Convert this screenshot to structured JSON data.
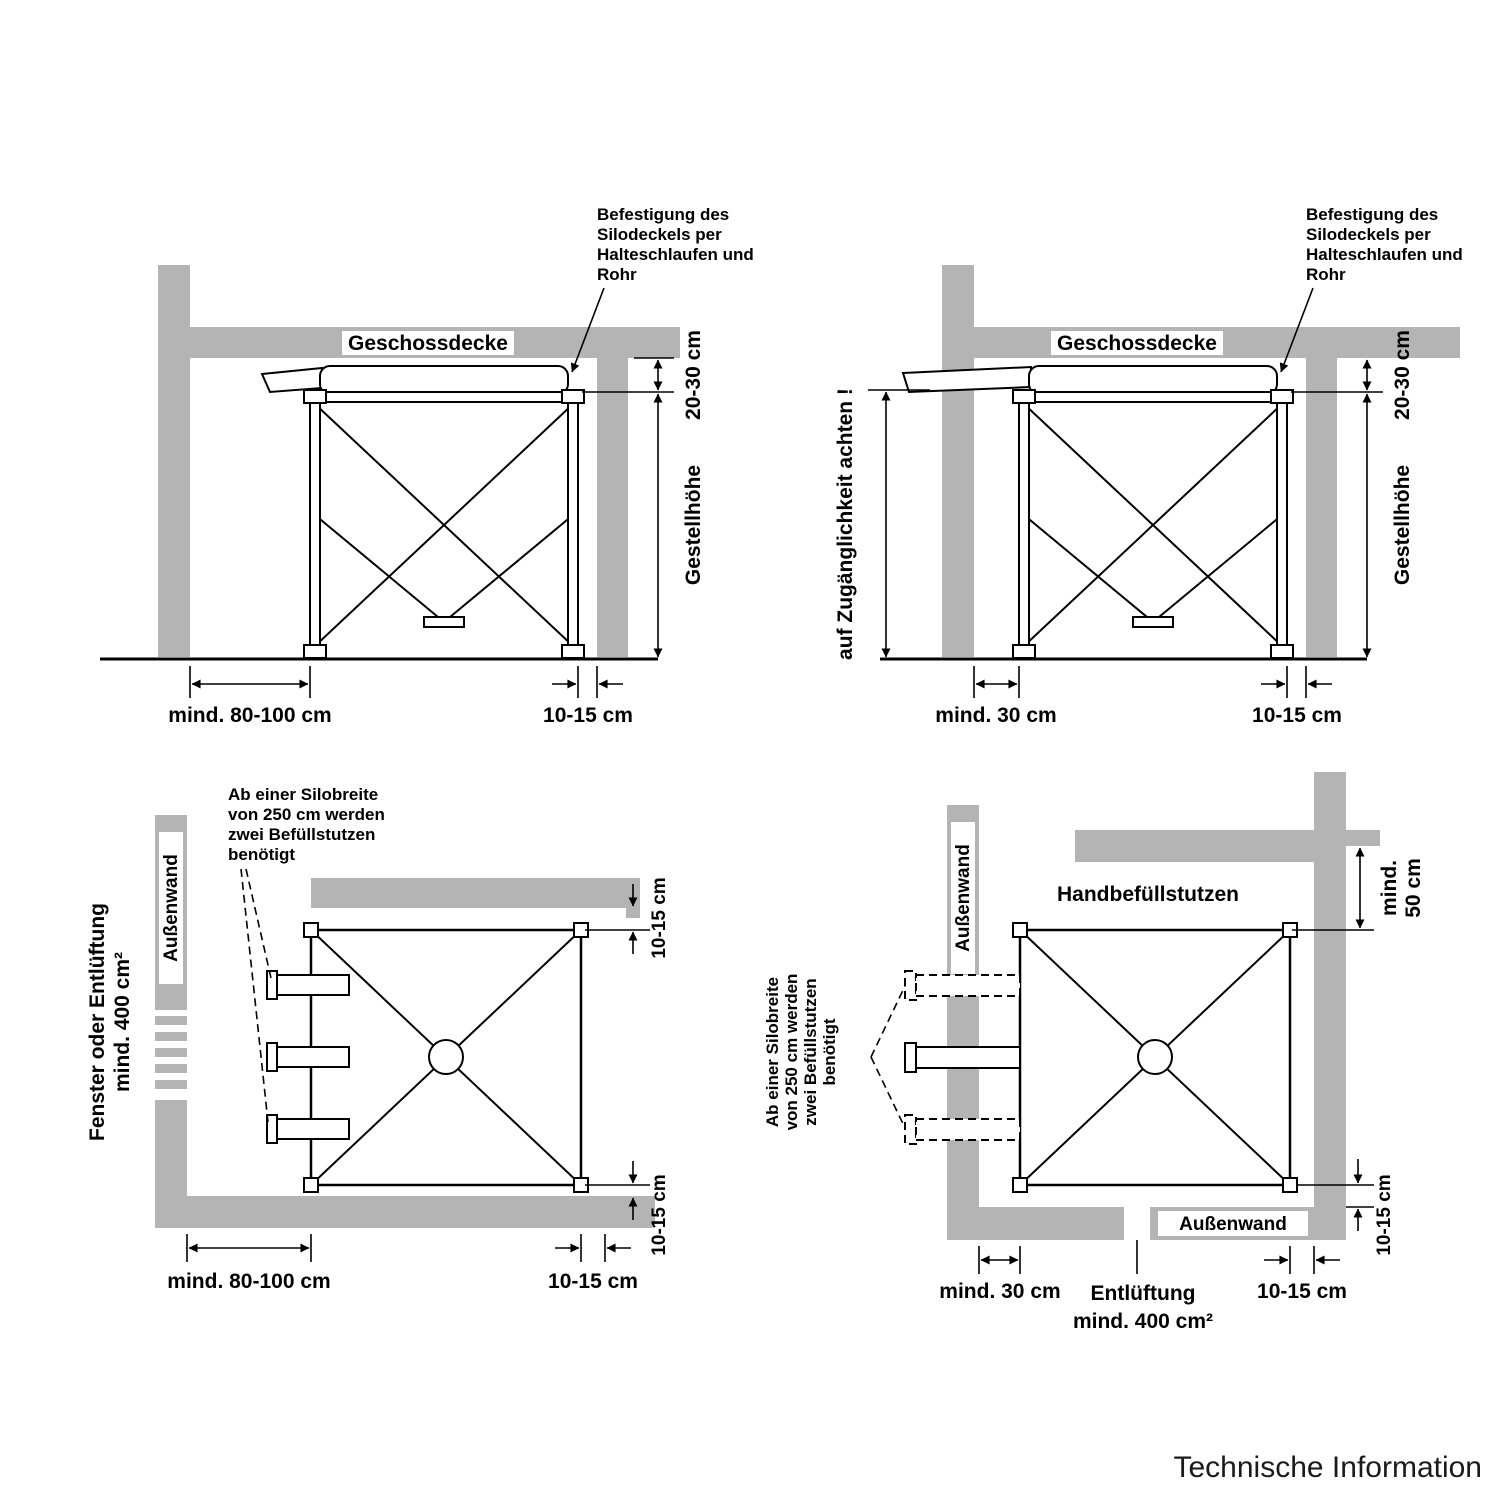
{
  "footer": {
    "label": "Technische Information"
  },
  "colors": {
    "wall_gray": "#b4b4b4",
    "line": "#000000"
  },
  "panel_side_left": {
    "ceiling_label": "Geschossdecke",
    "lid_note": [
      "Befestigung des",
      "Silodeckels per",
      "Halteschlaufen und",
      "Rohr"
    ],
    "dim_ceiling_gap": "20-30 cm",
    "dim_frame_height": "Gestellhöhe",
    "dim_wall_distance": "mind. 80-100 cm",
    "dim_side_gap": "10-15 cm"
  },
  "panel_side_right": {
    "ceiling_label": "Geschossdecke",
    "lid_note": [
      "Befestigung des",
      "Silodeckels per",
      "Halteschlaufen und",
      "Rohr"
    ],
    "access_note": "auf Zugänglichkeit achten !",
    "dim_ceiling_gap": "20-30 cm",
    "dim_frame_height": "Gestellhöhe",
    "dim_wall_distance": "mind. 30 cm",
    "dim_side_gap": "10-15 cm"
  },
  "panel_top_left": {
    "window_note": [
      "Fenster oder Entlüftung",
      "mind. 400 cm²"
    ],
    "outer_wall_label": "Außenwand",
    "width_note": [
      "Ab einer Silobreite",
      "von 250 cm werden",
      "zwei Befüllstutzen",
      "benötigt"
    ],
    "dim_top_gap": "10-15 cm",
    "dim_bottom_right_gap": "10-15 cm",
    "dim_wall_distance": "mind. 80-100 cm",
    "dim_bottom_gap": "10-15 cm"
  },
  "panel_top_right": {
    "outer_wall_label_left": "Außenwand",
    "outer_wall_label_bottom": "Außenwand",
    "hand_fill_label": "Handbefüllstutzen",
    "width_note": [
      "Ab einer Silobreite",
      "von 250 cm werden",
      "zwei Befüllstutzen",
      "benötigt"
    ],
    "dim_top_gap": [
      "mind.",
      "50 cm"
    ],
    "dim_right_gap": "10-15 cm",
    "dim_wall_distance": "mind. 30 cm",
    "vent_note": [
      "Entlüftung",
      "mind. 400 cm²"
    ],
    "dim_bottom_gap": "10-15 cm"
  }
}
